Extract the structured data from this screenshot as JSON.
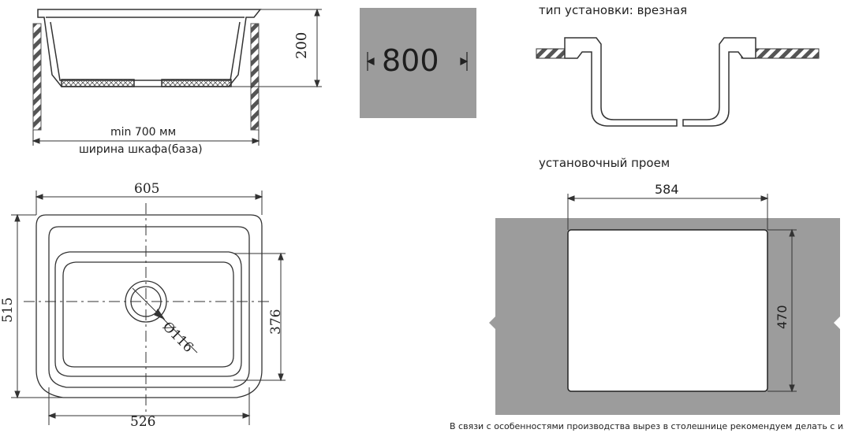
{
  "top_left": {
    "dim_height": "200",
    "min_width": "min 700 мм",
    "cabinet_width": "ширина шкафа(база)"
  },
  "badge": {
    "value": "800"
  },
  "install": {
    "type_label": "тип установки: врезная",
    "opening_label": "установочный проем"
  },
  "plan": {
    "width": "605",
    "depth": "515",
    "bowl_depth": "376",
    "bowl_width": "526",
    "drain": "Ø116"
  },
  "cutout": {
    "width": "584",
    "height": "470"
  },
  "footer": {
    "note": "В связи с особенностями производства вырез в столешнице рекомендуем делать с изделия"
  },
  "colors": {
    "gray": "#9c9c9c",
    "line": "#3a3a3a"
  }
}
